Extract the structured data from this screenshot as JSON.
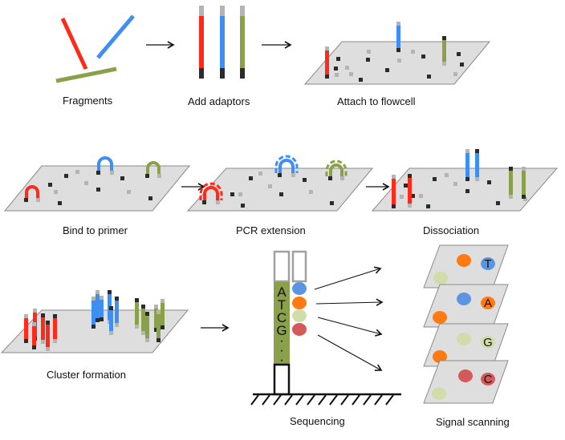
{
  "title": "Illumina sequencing workflow",
  "colors": {
    "red": "#ff2a1a",
    "blue": "#3f8ef2",
    "green": "#8aa04a",
    "adaptor_light": "#b4b4b4",
    "adaptor_dark": "#2b2b2b",
    "flowcell": "#dedede",
    "flowcell_border": "#8a8a8a",
    "dot_orange": "#ff7a12",
    "dot_blue": "#5b95e0",
    "dot_lightgreen": "#d0dcaa",
    "dot_red": "#d45a5a"
  },
  "steps": [
    {
      "id": "fragments",
      "label": "Fragments"
    },
    {
      "id": "add-adaptors",
      "label": "Add adaptors"
    },
    {
      "id": "attach",
      "label": "Attach to flowcell"
    },
    {
      "id": "bind",
      "label": "Bind to primer"
    },
    {
      "id": "pcr",
      "label": "PCR extension"
    },
    {
      "id": "dissociation",
      "label": "Dissociation"
    },
    {
      "id": "cluster",
      "label": "Cluster formation"
    },
    {
      "id": "sequencing",
      "label": "Sequencing"
    },
    {
      "id": "scanning",
      "label": "Signal scanning"
    }
  ],
  "sequencing": {
    "bases": [
      "A",
      "T",
      "C",
      "G"
    ],
    "ellipsis": [
      "·",
      "·",
      "·"
    ],
    "dot_colors": [
      "dot_blue",
      "dot_orange",
      "dot_lightgreen",
      "dot_red"
    ]
  },
  "scanning": {
    "layers": [
      {
        "letter": "T",
        "letter_color": "dot_blue",
        "others": [
          "dot_orange",
          "dot_lightgreen"
        ]
      },
      {
        "letter": "A",
        "letter_color": "dot_orange",
        "others": [
          "dot_blue",
          "dot_orange"
        ]
      },
      {
        "letter": "G",
        "letter_color": "dot_lightgreen",
        "others": [
          "dot_lightgreen",
          "dot_orange"
        ]
      },
      {
        "letter": "C",
        "letter_color": "dot_red",
        "others": [
          "dot_red",
          "dot_lightgreen"
        ]
      }
    ]
  }
}
